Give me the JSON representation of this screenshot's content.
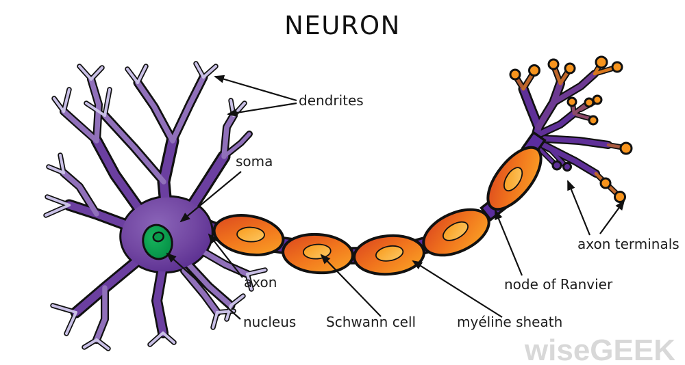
{
  "title": "NEURON",
  "watermark": "wiseGEEK",
  "labels": {
    "dendrites": "dendrites",
    "soma": "soma",
    "axon": "axon",
    "nucleus": "nucleus",
    "schwann_cell": "Schwann cell",
    "myeline_sheath": "myéline sheath",
    "node_of_ranvier": "node of Ranvier",
    "axon_terminals": "axon terminals"
  },
  "colors": {
    "soma_purple_dark": "#5c2f92",
    "soma_purple_light": "#8a64b8",
    "dendrite_tip_lavender": "#c9c0e6",
    "myelin_orange_dark": "#d9431e",
    "myelin_orange_light": "#fba21c",
    "schwann_nucleus_orange": "#fbaf3f",
    "nucleus_green": "#0fa551",
    "axon_connector_purple": "#5b2d9e",
    "terminal_tip_orange": "#f7941d",
    "outline_black": "#111111",
    "label_text": "#1c1c1c",
    "watermark_gray": "#d8d8d8"
  }
}
